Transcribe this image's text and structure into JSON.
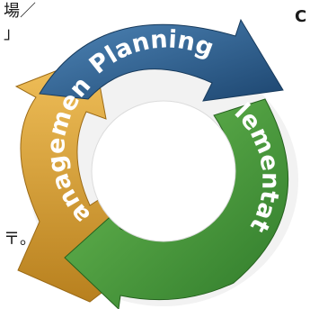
{
  "text_fragments": {
    "top_left_line1": "場／",
    "top_left_line2": "」",
    "top_right": "C",
    "bottom_left": "〒。"
  },
  "cycle": {
    "stages": [
      {
        "label": "Planning",
        "color": "#2b5f8e"
      },
      {
        "label": "Implementation",
        "color": "#4a9a3a"
      },
      {
        "label": "Management",
        "color": "#d9a235"
      }
    ]
  }
}
